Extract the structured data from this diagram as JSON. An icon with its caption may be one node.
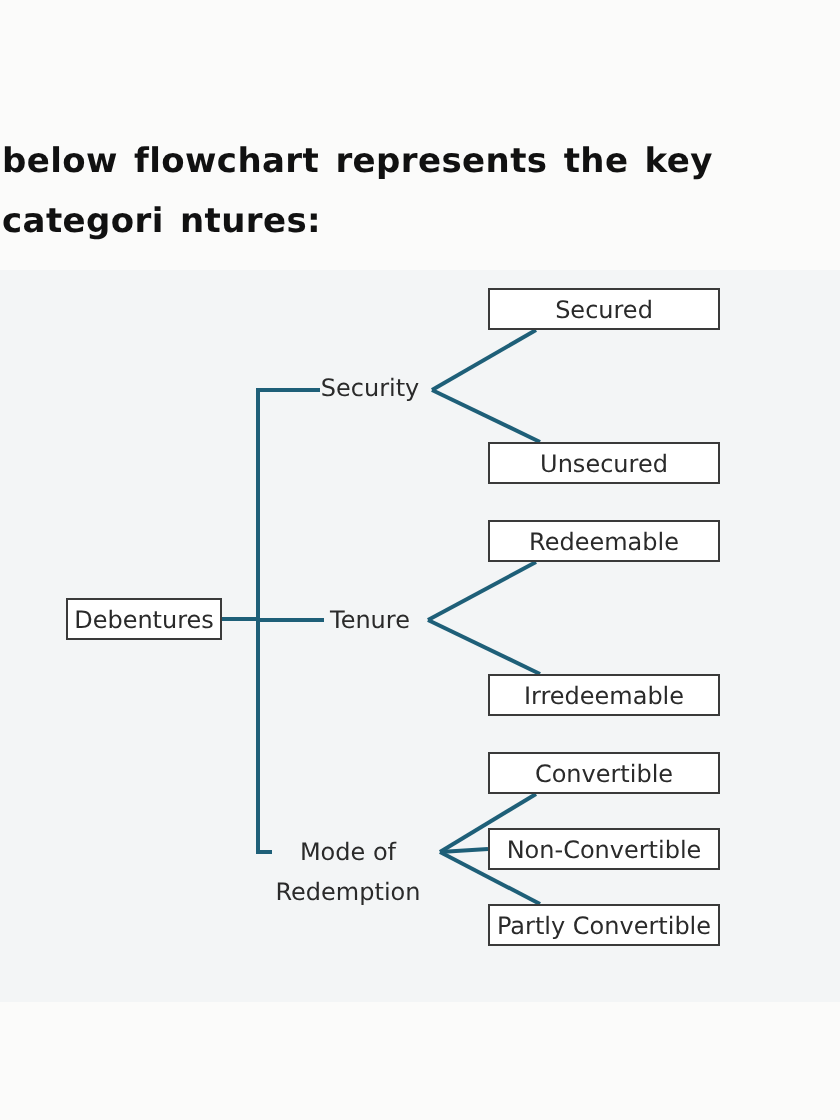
{
  "diagram": {
    "title": "below flowchart represents the key categori ntures:",
    "nodes": [
      {
        "text": [
          "Debentures"
        ]
      },
      {
        "text": [
          "Security"
        ]
      },
      {
        "text": [
          "Tenure"
        ]
      },
      {
        "text": [
          "Mode of Redemption"
        ]
      },
      {
        "text": [
          "Secured"
        ]
      },
      {
        "text": [
          "Unsecured"
        ]
      },
      {
        "text": [
          "Redeemable"
        ]
      },
      {
        "text": [
          "Irredeemable"
        ]
      },
      {
        "text": [
          "Convertible"
        ]
      },
      {
        "text": [
          "Non-Convertible"
        ]
      },
      {
        "text": [
          "Partly Convertible"
        ]
      }
    ],
    "edges": [
      {
        "from": 0,
        "to": 1,
        "arrow": "none"
      },
      {
        "from": 0,
        "to": 2,
        "arrow": "none"
      },
      {
        "from": 0,
        "to": 3,
        "arrow": "none"
      },
      {
        "from": 1,
        "to": 4,
        "arrow": "none"
      },
      {
        "from": 1,
        "to": 5,
        "arrow": "none"
      },
      {
        "from": 2,
        "to": 6,
        "arrow": "none"
      },
      {
        "from": 2,
        "to": 7,
        "arrow": "none"
      },
      {
        "from": 3,
        "to": 8,
        "arrow": "none"
      },
      {
        "from": 3,
        "to": 9,
        "arrow": "none"
      },
      {
        "from": 3,
        "to": 10,
        "arrow": "none"
      }
    ]
  }
}
